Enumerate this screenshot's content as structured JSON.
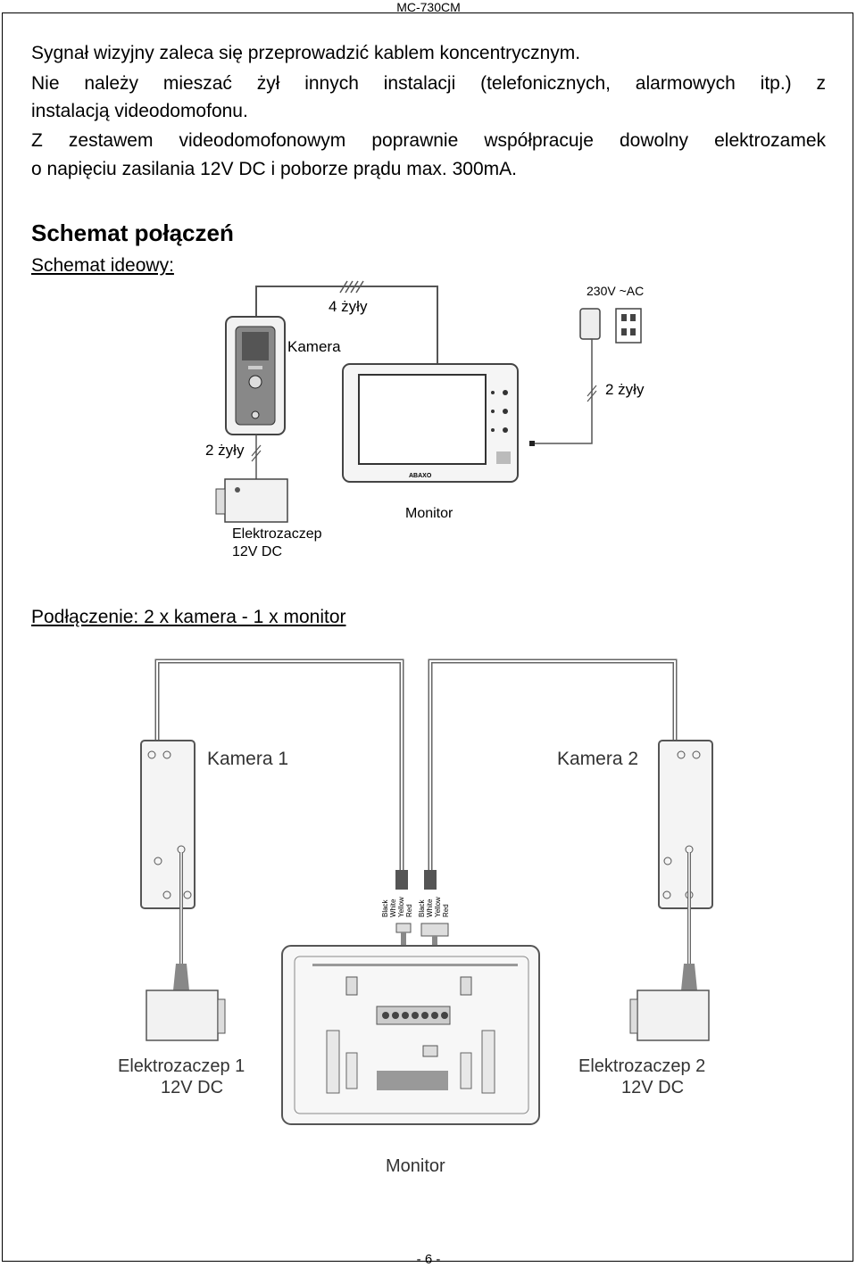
{
  "header": {
    "doc_code": "MC-730CM"
  },
  "intro": {
    "line1": "Sygnał wizyjny zaleca się przeprowadzić kablem koncentrycznym.",
    "line2": "Nie należy mieszać żył innych instalacji (telefonicznych, alarmowych itp.) z",
    "line2b": "instalacją videodomofonu.",
    "line3": "Z zestawem videodomofonowym poprawnie współpracuje dowolny elektrozamek",
    "line3b": "o napięciu zasilania 12V DC i poborze prądu max. 300mA."
  },
  "section": {
    "title": "Schemat połączeń",
    "subtitle": "Schemat ideowy:",
    "subtitle2": "Podłączenie: 2 x kamera -  1 x monitor"
  },
  "diagram1": {
    "wire4": "4 żyły",
    "camera": "Kamera",
    "power": "230V ~AC",
    "wire2_right": "2 żyły",
    "wire2_left": "2 żyły",
    "monitor": "Monitor",
    "lock": "Elektrozaczep",
    "lock_voltage": "12V DC",
    "brand": "ABAXO"
  },
  "diagram2": {
    "camera1": "Kamera 1",
    "camera2": "Kamera 2",
    "lock1": "Elektrozaczep 1",
    "lock1_voltage": "12V DC",
    "lock2": "Elektrozaczep 2",
    "lock2_voltage": "12V DC",
    "monitor": "Monitor",
    "wire_colors": [
      "Black",
      "White",
      "Yellow",
      "Red"
    ]
  },
  "footer": {
    "page": "- 6 -"
  }
}
